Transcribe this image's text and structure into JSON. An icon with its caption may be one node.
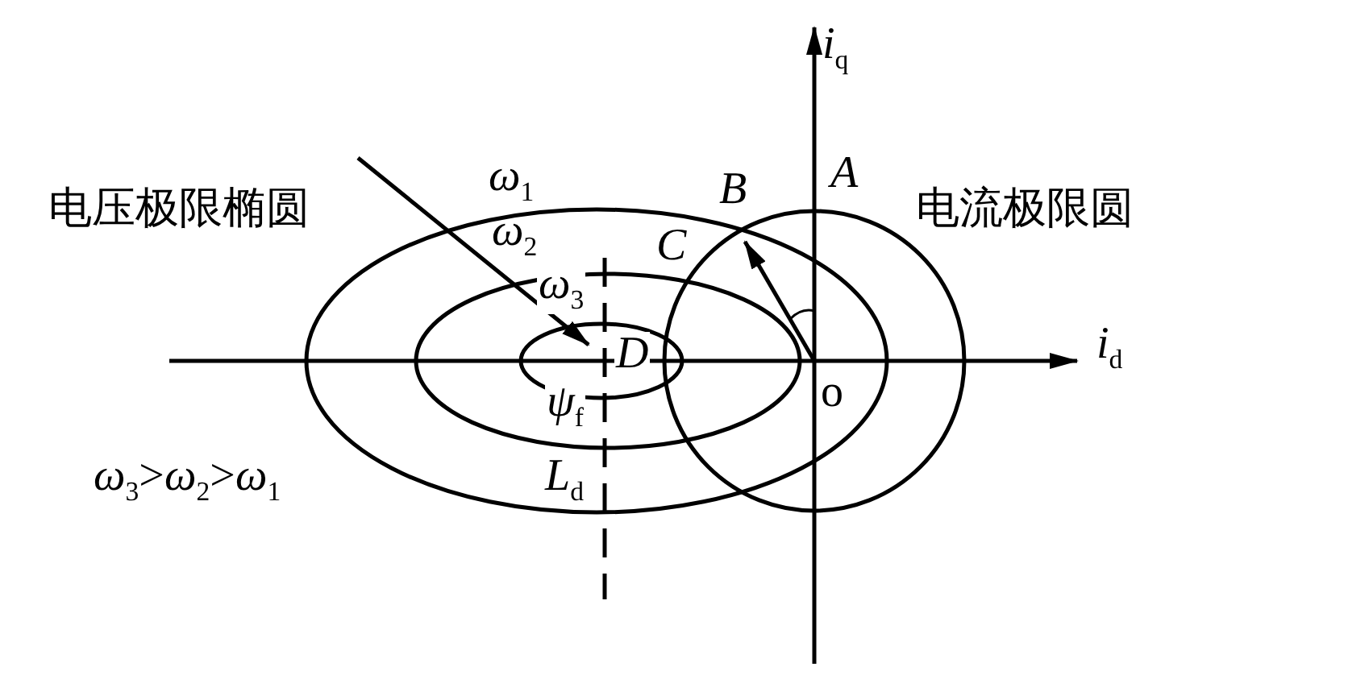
{
  "diagram": {
    "labels": [
      "*i*$_{q}$",
      "*A*",
      "*B*",
      "电压极限椭圆",
      "*ω*$_{1}$",
      "*C*",
      "电流极限圆",
      "*ω*$_{2}$",
      "*ω*$_{3}$",
      "*D*",
      "*i*$_{d}$",
      "o",
      "*ψ*$_{f}$",
      "*ω*$_{3}$>*ω*$_{2}$>*ω*$_{1}$",
      "*L*$_{d}$"
    ]
  }
}
